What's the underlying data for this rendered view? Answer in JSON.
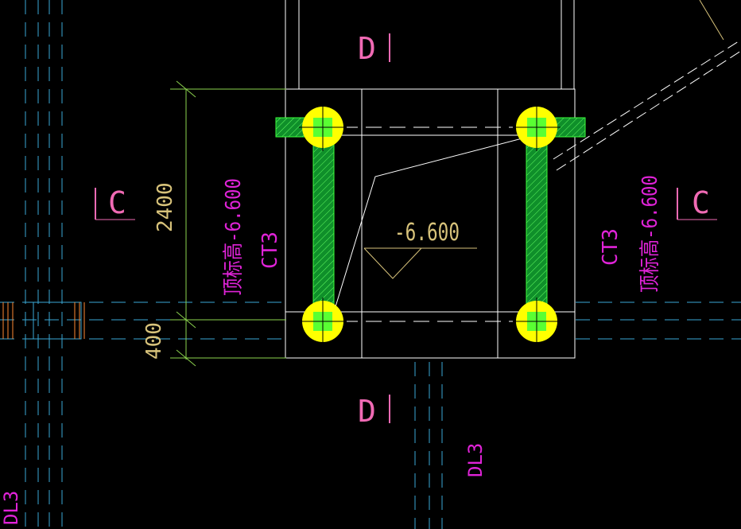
{
  "colors": {
    "background": "#000000",
    "grid_line": "#3aa9d6",
    "outline": "#ffffff",
    "hatch_fill": "#0f8f2a",
    "hatch_edge": "#3cff3c",
    "pile": "#ffff00",
    "magenta": "#e023d8",
    "pink": "#f06ab4",
    "dim_text": "#d7c27a",
    "dim_line": "#8bd34e",
    "level_text": "#d7c27a",
    "orange": "#ff8a33"
  },
  "labels": {
    "section_top": "D",
    "section_bottom": "D",
    "section_left": "C",
    "section_right": "C",
    "dim_2400": "2400",
    "dim_400": "400",
    "beam_ct3_left": "CT3",
    "top_elev_left": "顶标高-6.600",
    "beam_ct3_right": "CT3",
    "top_elev_right": "顶标高-6.600",
    "level_value": "-6.600",
    "beam_dl3_bottom": "DL3",
    "beam_dl3_left_edge": "DL3"
  },
  "icons": {
    "pile_marker": "pile-circle-icon",
    "level_marker": "elevation-triangle-icon"
  }
}
